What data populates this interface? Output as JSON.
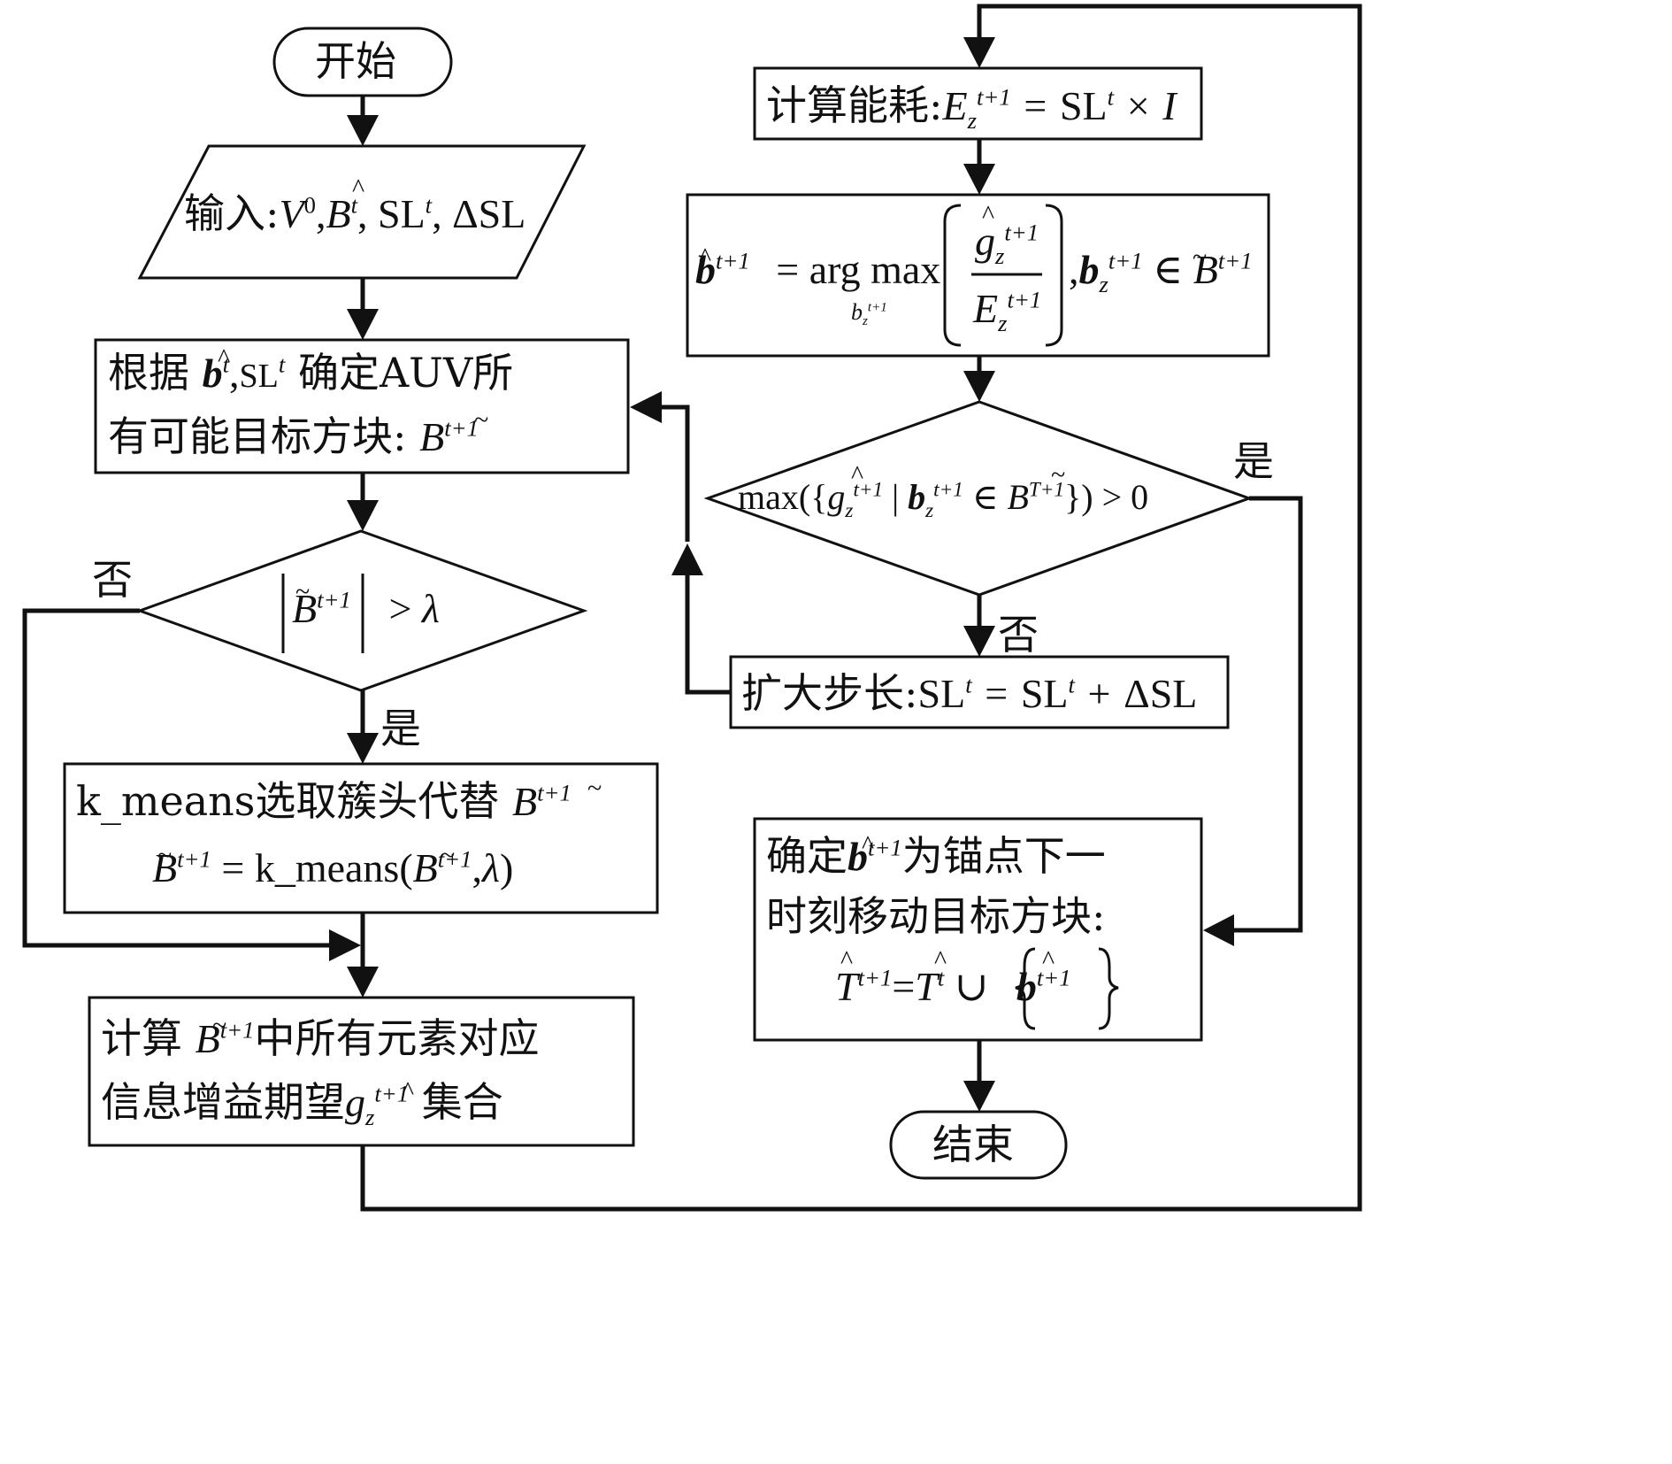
{
  "start": "开始",
  "end": "结束",
  "input_label": "输入",
  "determine_label_1": "根据",
  "determine_label_2": "确定AUV所",
  "determine_label_3": "有可能目标方块:",
  "diamond_left_yes": "是",
  "diamond_left_no": "否",
  "kmeans_line1": "k_means选取簇头代替",
  "kmeans_fn": "k_means",
  "compute_gain_1": "计算",
  "compute_gain_2": "中所有元素对应",
  "compute_gain_3": "信息增益期望",
  "compute_gain_4": "集合",
  "energy_label": "计算能耗",
  "diamond_right_yes": "是",
  "diamond_right_no": "否",
  "expand_label": "扩大步长",
  "target_line1a": "确定",
  "target_line1b": "为锚点下一",
  "target_line2": "时刻移动目标方块:",
  "math": {
    "sl": "SL",
    "dsl": "ΔSL",
    "t": "t",
    "tp1": "t+1",
    "Tp1": "T+1",
    "zero": "0",
    "V": "V",
    "B": "B",
    "b": "b",
    "g": "g",
    "E": "E",
    "I": "I",
    "T": "T",
    "z": "z",
    "lambda": "λ",
    "argmax": "arg max",
    "max": "max",
    "gt": "> ",
    "eq": "=",
    "plus": "+",
    "times": "×",
    "in": "∈",
    "cup": "∪"
  }
}
